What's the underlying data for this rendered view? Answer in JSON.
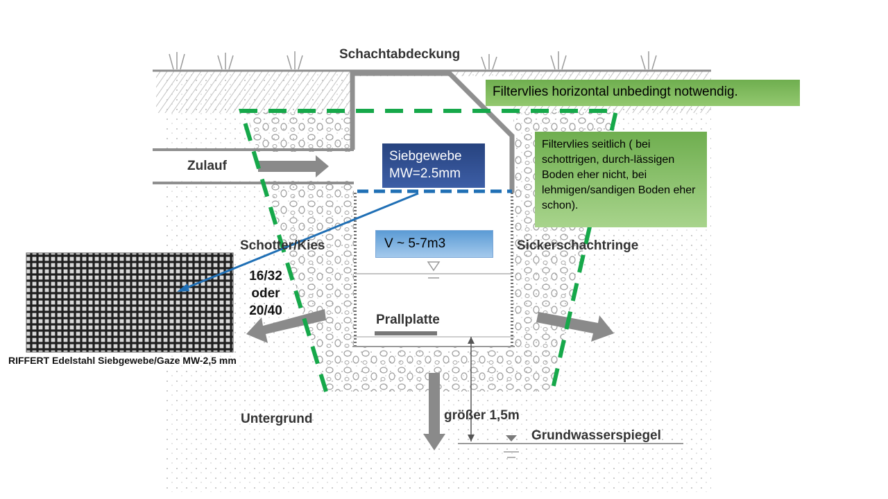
{
  "labels": {
    "cover": "Schachtabdeckung",
    "inflow": "Zulauf",
    "gravel": "Schotter/Kies",
    "rings": "Sickerschachtringe",
    "baffle": "Prallplatte",
    "subsoil": "Untergrund",
    "depth": "größer 1,5m",
    "groundwater": "Grundwasserspiegel"
  },
  "gravel_size": {
    "line1": "16/32",
    "line2": "oder",
    "line3": "20/40"
  },
  "callouts": {
    "filter_horizontal": "Filtervlies horizontal unbedingt notwendig.",
    "filter_side": "Filtervlies  seitlich  ( bei schottrigen, durch-lässigen Boden eher nicht, bei lehmigen/sandigen Boden eher schon).",
    "sieve_line1": "Siebgewebe",
    "sieve_line2": "MW=2.5mm",
    "volume": "V ~  5-7m3"
  },
  "mesh_caption": "RIFFERT Edelstahl Siebgewebe/Gaze MW-2,5 mm",
  "colors": {
    "filter_dash": "#16a84a",
    "sieve_dash": "#1f6fb5",
    "pointer_line": "#1f6fb5",
    "arrows": "#8a8a8a",
    "callout_green": "#78b455",
    "callout_blue": "#2f4f94",
    "callout_light_blue": "#7fb2e2"
  }
}
